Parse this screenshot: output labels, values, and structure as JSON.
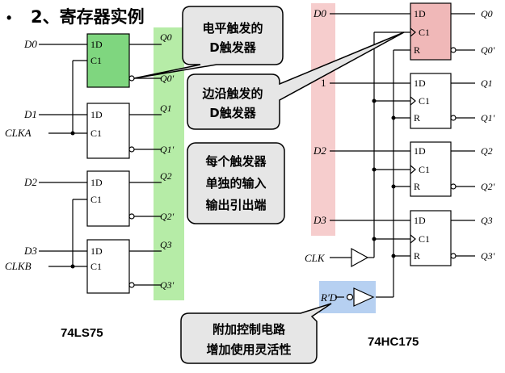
{
  "title": {
    "bullet": "•",
    "text": "2、寄存器实例"
  },
  "chips": {
    "left": {
      "name": "74LS75",
      "outputs": [
        "Q0",
        "Q0'",
        "Q1",
        "Q1'",
        "Q2",
        "Q2'",
        "Q3",
        "Q3'"
      ]
    },
    "right": {
      "name": "74HC175",
      "outputs": [
        "Q0",
        "Q0'",
        "Q1",
        "Q1'",
        "Q2",
        "Q2'",
        "Q3",
        "Q3'"
      ]
    }
  },
  "left_signals": {
    "d0": "D0",
    "d1": "D1",
    "clka": "CLKA",
    "d2": "D2",
    "d3": "D3",
    "clkb": "CLKB"
  },
  "right_signals": {
    "d0": "D0",
    "d1": "1",
    "d2": "D2",
    "d3": "D3",
    "clk": "CLK",
    "rd": "R'D"
  },
  "ff_pins": {
    "d": "1D",
    "c": "C1",
    "r": "R"
  },
  "callouts": {
    "level_line1": "电平触发的",
    "level_line2": "D触发器",
    "edge_line1": "边沿触发的",
    "edge_line2": "D触发器",
    "each_line1": "每个触发器",
    "each_line2": "单独的输入",
    "each_line3": "输出引出端",
    "ctrl_line1": "附加控制电路",
    "ctrl_line2": "增加使用灵活性"
  },
  "colors": {
    "green_highlight": "#9ee68a",
    "pink_highlight": "#f2b8b8",
    "blue_highlight": "#a9c8ee",
    "ff_green": "#7fd67f",
    "ff_pink": "#f0b8b8",
    "callout_bg": "#e6e6e6"
  }
}
